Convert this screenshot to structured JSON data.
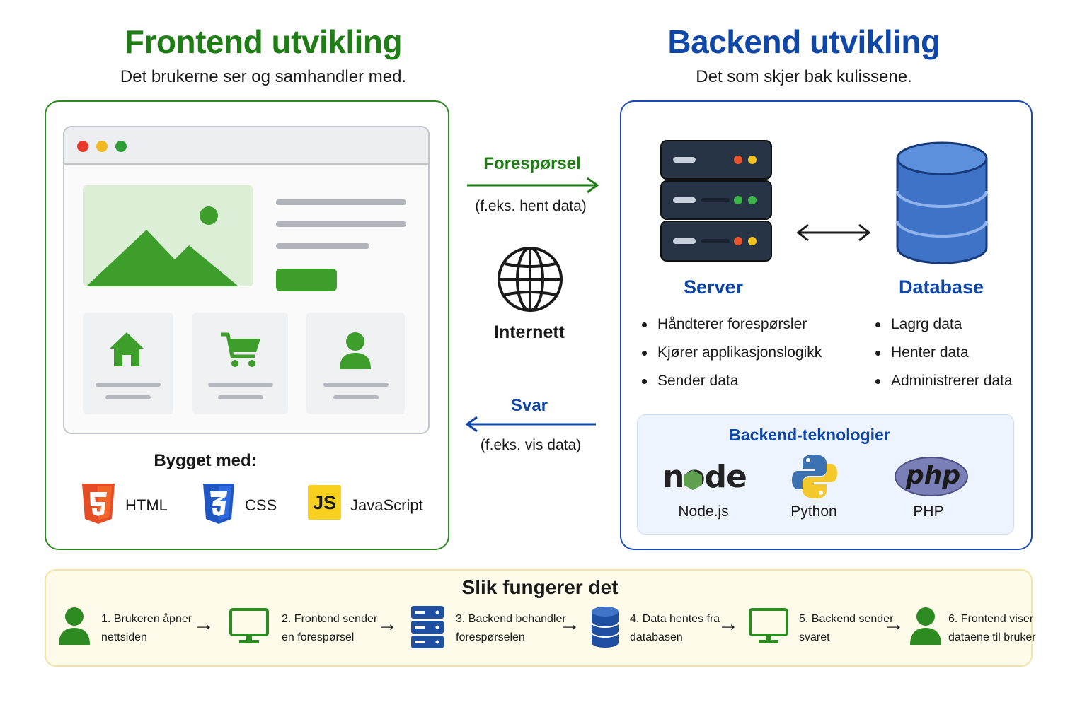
{
  "frontend": {
    "title": "Frontend utvikling",
    "subtitle": "Det brukerne ser og samhandler med.",
    "built_with_title": "Bygget med:",
    "technologies": [
      {
        "icon": "html5-icon",
        "label": "HTML"
      },
      {
        "icon": "css3-icon",
        "label": "CSS"
      },
      {
        "icon": "javascript-icon",
        "badge": "JS",
        "label": "JavaScript"
      }
    ]
  },
  "backend": {
    "title": "Backend utvikling",
    "subtitle": "Det som skjer bak kulissene.",
    "server": {
      "label": "Server",
      "bullets": [
        "Håndterer forespørsler",
        "Kjører applikasjonslogikk",
        "Sender data"
      ]
    },
    "database": {
      "label": "Database",
      "bullets": [
        "Lagrg data",
        "Henter data",
        "Administrerer data"
      ]
    },
    "tech_title": "Backend-teknologier",
    "technologies": [
      {
        "icon": "nodejs-logo",
        "logo_text": "node",
        "label": "Node.js"
      },
      {
        "icon": "python-logo",
        "label": "Python"
      },
      {
        "icon": "php-logo",
        "logo_text": "php",
        "label": "PHP"
      }
    ]
  },
  "middle": {
    "request_label": "Forespørsel",
    "request_sub": "(f.eks. hent data)",
    "internet_label": "Internett",
    "response_label": "Svar",
    "response_sub": "(f.eks. vis data)"
  },
  "flow": {
    "title": "Slik fungerer det",
    "steps": [
      {
        "icon": "user-icon",
        "line1": "1. Brukeren åpner",
        "line2": "nettsiden"
      },
      {
        "icon": "monitor-icon",
        "line1": "2. Frontend sender",
        "line2": "en forespørsel"
      },
      {
        "icon": "server-icon",
        "line1": "3. Backend behandler",
        "line2": "forespørselen"
      },
      {
        "icon": "database-icon",
        "line1": "4. Data hentes fra",
        "line2": "databasen"
      },
      {
        "icon": "monitor-icon",
        "line1": "5. Backend sender",
        "line2": "svaret"
      },
      {
        "icon": "user-icon",
        "line1": "6. Frontend viser",
        "line2": "dataene til bruker"
      }
    ],
    "arrow_glyph": "→"
  },
  "colors": {
    "frontend_green": "#1e7d14",
    "backend_blue": "#0f47a8",
    "flow_background": "#fffbea"
  }
}
